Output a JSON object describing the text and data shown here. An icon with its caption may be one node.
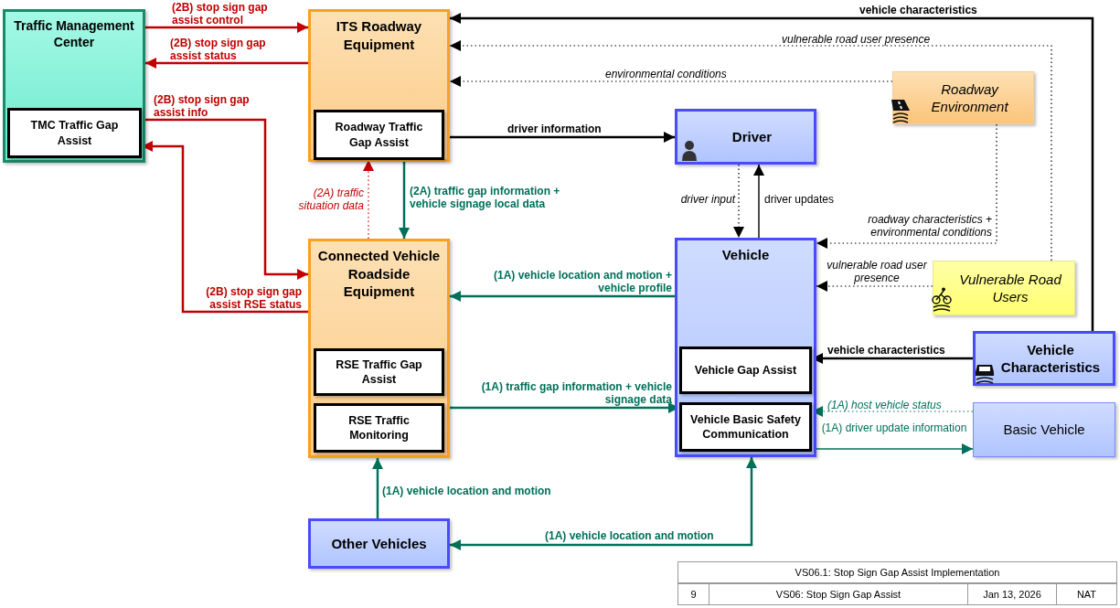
{
  "diagram": {
    "nodes": [
      {
        "text": [
          "Traffic Management Center"
        ]
      },
      {
        "text": [
          "TMC Traffic Gap Assist"
        ],
        "in": 0
      },
      {
        "text": [
          "ITS Roadway Equipment"
        ]
      },
      {
        "text": [
          "Roadway Traffic Gap Assist"
        ],
        "in": 2
      },
      {
        "text": [
          "Driver"
        ]
      },
      {
        "text": [
          "Roadway Environment"
        ]
      },
      {
        "text": [
          "Connected Vehicle Roadside Equipment"
        ]
      },
      {
        "text": [
          "RSE Traffic Gap Assist"
        ],
        "in": 6
      },
      {
        "text": [
          "RSE Traffic Monitoring"
        ],
        "in": 6
      },
      {
        "text": [
          "Vehicle"
        ]
      },
      {
        "text": [
          "Vehicle Gap Assist"
        ],
        "in": 9
      },
      {
        "text": [
          "Vehicle Basic Safety Communication"
        ],
        "in": 9
      },
      {
        "text": [
          "Vulnerable Road Users"
        ]
      },
      {
        "text": [
          "Vehicle Characteristics"
        ]
      },
      {
        "text": [
          "Basic Vehicle"
        ]
      },
      {
        "text": [
          "Other Vehicles"
        ]
      }
    ],
    "edges": [
      {
        "from": 0,
        "to": 2,
        "arrow": "to",
        "label": "(2B) stop sign gap assist control",
        "color": "#c00000"
      },
      {
        "from": 2,
        "to": 0,
        "arrow": "to",
        "label": "(2B) stop sign gap assist status",
        "color": "#c00000"
      },
      {
        "from": 1,
        "to": 6,
        "arrow": "to",
        "label": "(2B) stop sign gap assist info",
        "color": "#c00000"
      },
      {
        "from": 6,
        "to": 1,
        "arrow": "to",
        "label": "(2B) stop sign gap assist RSE status",
        "color": "#c00000"
      },
      {
        "from": 13,
        "to": 2,
        "arrow": "to",
        "label": "vehicle characteristics"
      },
      {
        "from": 12,
        "to": 2,
        "arrow": "to",
        "label": "vulnerable road user presence",
        "style": "dashed"
      },
      {
        "from": 5,
        "to": 2,
        "arrow": "to",
        "label": "environmental conditions",
        "style": "dashed"
      },
      {
        "from": 3,
        "to": 4,
        "arrow": "to",
        "label": "driver information"
      },
      {
        "from": 6,
        "to": 3,
        "arrow": "to",
        "label": "(2A) traffic situation data",
        "style": "dashed",
        "color": "#c00000"
      },
      {
        "from": 3,
        "to": 6,
        "arrow": "to",
        "label": "(2A) traffic gap information + vehicle signage local data",
        "color": "#00705a"
      },
      {
        "from": 4,
        "to": 9,
        "arrow": "to",
        "label": "driver input",
        "style": "dashed"
      },
      {
        "from": 9,
        "to": 4,
        "arrow": "to",
        "label": "driver updates"
      },
      {
        "from": 5,
        "to": 9,
        "arrow": "to",
        "label": "roadway characteristics + environmental conditions",
        "style": "dashed"
      },
      {
        "from": 9,
        "to": 6,
        "arrow": "to",
        "label": "(1A) vehicle location and motion + vehicle profile",
        "color": "#00705a"
      },
      {
        "from": 12,
        "to": 9,
        "arrow": "to",
        "label": "vulnerable road user presence",
        "style": "dashed"
      },
      {
        "from": 13,
        "to": 10,
        "arrow": "to",
        "label": "vehicle characteristics"
      },
      {
        "from": 8,
        "to": 11,
        "arrow": "to",
        "label": "(1A) traffic gap information + vehicle signage data",
        "color": "#00705a"
      },
      {
        "from": 14,
        "to": 11,
        "arrow": "to",
        "label": "(1A) host vehicle status",
        "style": "dashed",
        "color": "#00705a"
      },
      {
        "from": 11,
        "to": 14,
        "arrow": "to",
        "label": "(1A) driver update information",
        "color": "#00705a"
      },
      {
        "from": 15,
        "to": 6,
        "arrow": "to",
        "label": "(1A) vehicle location and motion",
        "color": "#00705a"
      },
      {
        "from": 15,
        "to": 9,
        "arrow": "both",
        "label": "(1A) vehicle location and motion",
        "color": "#00705a"
      }
    ],
    "labels": [
      "VS06.1: Stop Sign Gap Assist Implementation",
      "9",
      "VS06: Stop Sign Gap Assist",
      "Jan 13, 2026",
      "NAT"
    ]
  }
}
